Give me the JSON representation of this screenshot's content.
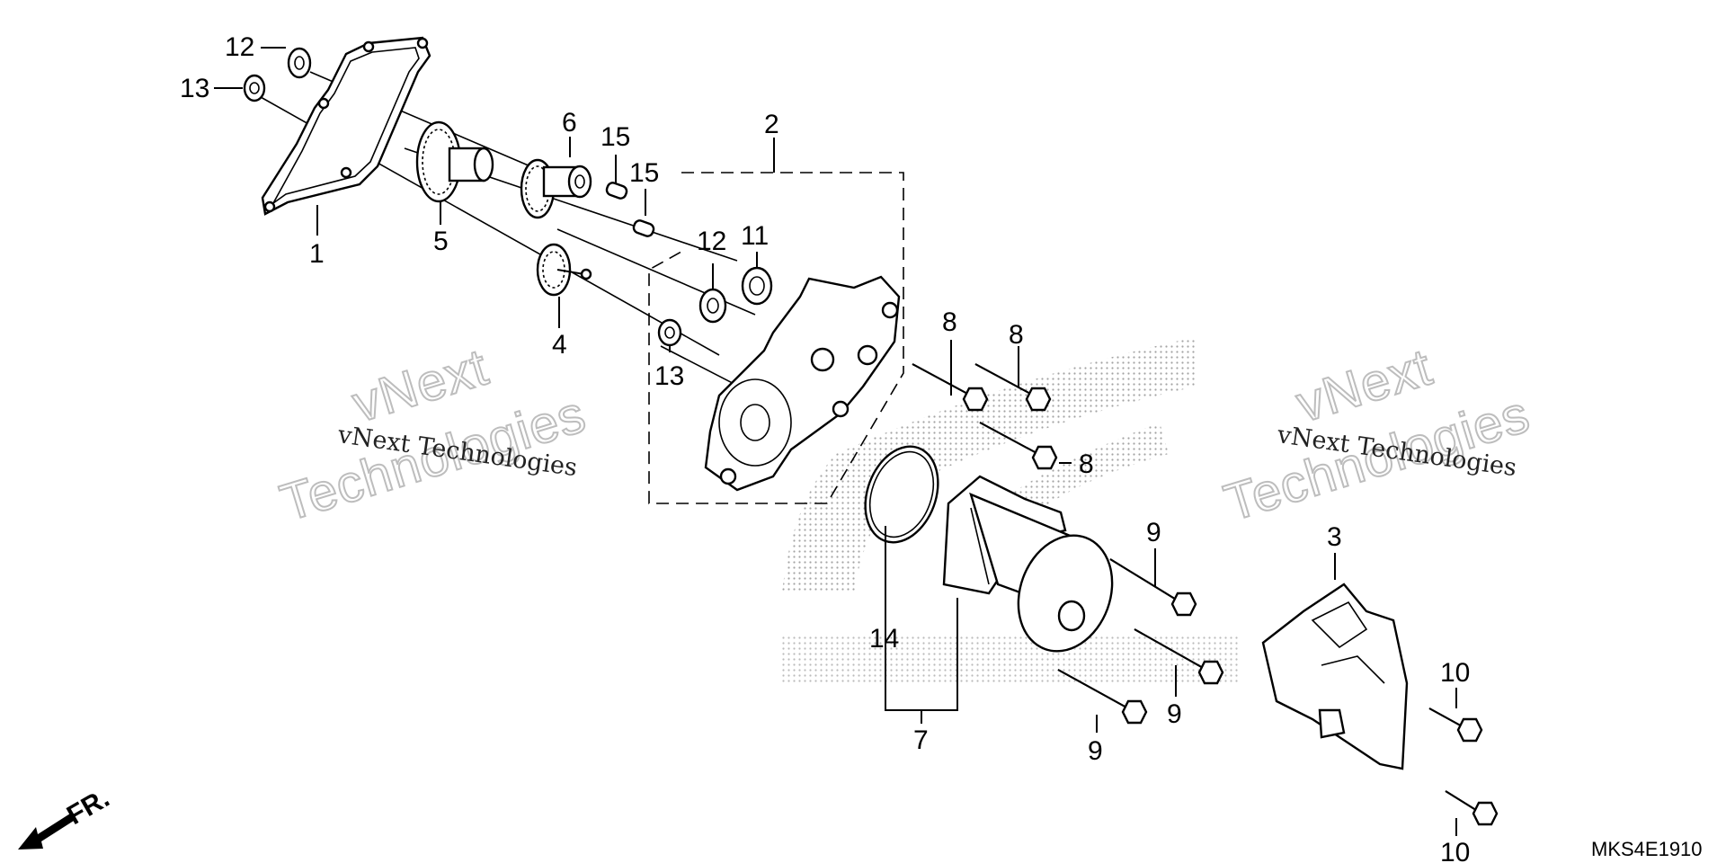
{
  "diagram": {
    "drawing_code": "MKS4E1910",
    "front_arrow_label": "FR.",
    "watermark": {
      "large_line1": "vNext",
      "large_line2": "Technologies",
      "small": "vNext Technologies"
    },
    "callouts": {
      "c1": "1",
      "c2": "2",
      "c3": "3",
      "c4": "4",
      "c5": "5",
      "c6": "6",
      "c7": "7",
      "c8a": "8",
      "c8b": "8",
      "c8c": "8",
      "c9a": "9",
      "c9b": "9",
      "c9c": "9",
      "c10a": "10",
      "c10b": "10",
      "c11": "11",
      "c12a": "12",
      "c12b": "12",
      "c13a": "13",
      "c13b": "13",
      "c14": "14",
      "c15a": "15",
      "c15b": "15"
    }
  }
}
